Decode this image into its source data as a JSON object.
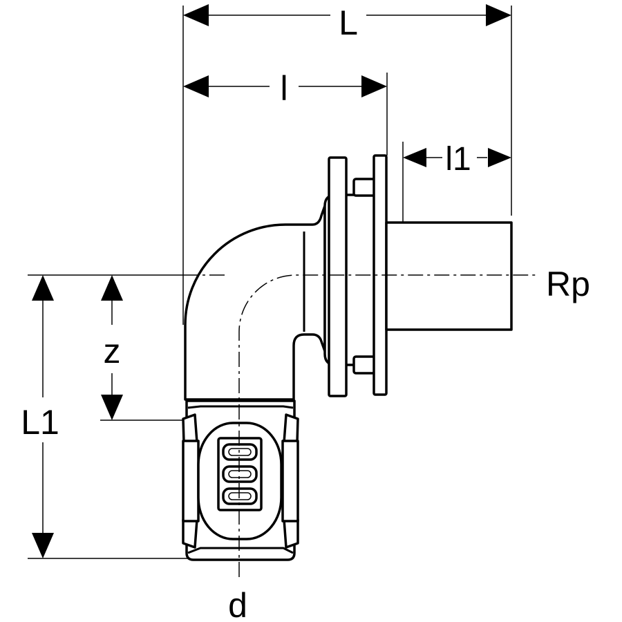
{
  "drawing": {
    "labels": {
      "L": "L",
      "l": "l",
      "l1": "l1",
      "Rp": "Rp",
      "z": "z",
      "L1": "L1",
      "d": "d"
    }
  }
}
